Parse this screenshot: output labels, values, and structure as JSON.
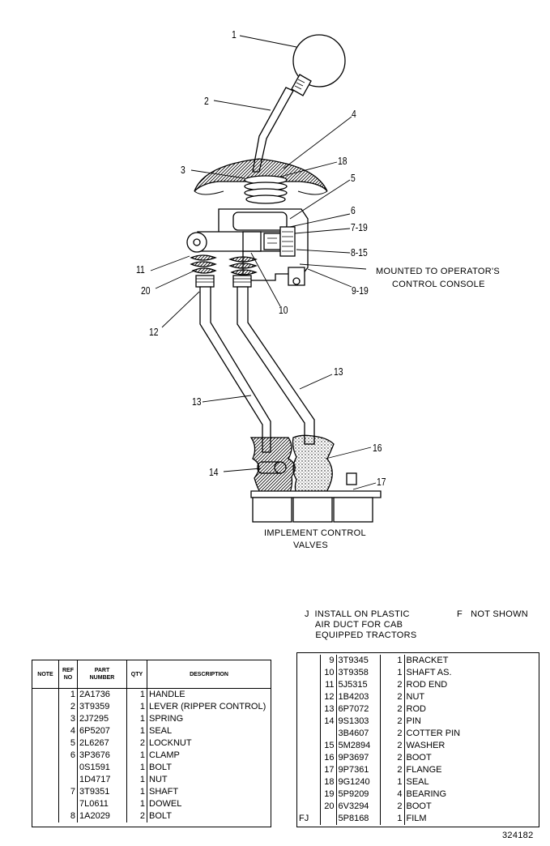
{
  "callouts": [
    {
      "id": "c1",
      "text": "1"
    },
    {
      "id": "c2",
      "text": "2"
    },
    {
      "id": "c3",
      "text": "3"
    },
    {
      "id": "c4",
      "text": "4"
    },
    {
      "id": "c18",
      "text": "18"
    },
    {
      "id": "c5",
      "text": "5"
    },
    {
      "id": "c6",
      "text": "6"
    },
    {
      "id": "c7",
      "text": "7-19"
    },
    {
      "id": "c8",
      "text": "8-15"
    },
    {
      "id": "c9",
      "text": "9-19"
    },
    {
      "id": "c10",
      "text": "10"
    },
    {
      "id": "c11",
      "text": "11"
    },
    {
      "id": "c20",
      "text": "20"
    },
    {
      "id": "c12",
      "text": "12"
    },
    {
      "id": "c13a",
      "text": "13"
    },
    {
      "id": "c13b",
      "text": "13"
    },
    {
      "id": "c14",
      "text": "14"
    },
    {
      "id": "c16",
      "text": "16"
    },
    {
      "id": "c17",
      "text": "17"
    }
  ],
  "labels": {
    "mounted_line1": "MOUNTED TO OPERATOR'S",
    "mounted_line2": "CONTROL CONSOLE",
    "implement_line1": "IMPLEMENT CONTROL",
    "implement_line2": "VALVES"
  },
  "notes": {
    "j_note": "J  INSTALL ON PLASTIC\n    AIR DUCT FOR CAB\n    EQUIPPED TRACTORS",
    "f_note": "F   NOT SHOWN"
  },
  "table_headers": {
    "note": "NOTE",
    "ref": "REF\nNO",
    "part": "PART\nNUMBER",
    "qty": "QTY",
    "desc": "DESCRIPTION"
  },
  "left_rows": [
    {
      "note": "",
      "ref": "1",
      "part": "2A1736",
      "qty": "1",
      "desc": "HANDLE"
    },
    {
      "note": "",
      "ref": "2",
      "part": "3T9359",
      "qty": "1",
      "desc": "LEVER (RIPPER CONTROL)"
    },
    {
      "note": "",
      "ref": "3",
      "part": "2J7295",
      "qty": "1",
      "desc": "SPRING"
    },
    {
      "note": "",
      "ref": "4",
      "part": "6P5207",
      "qty": "1",
      "desc": "SEAL"
    },
    {
      "note": "",
      "ref": "5",
      "part": "2L6267",
      "qty": "2",
      "desc": "LOCKNUT"
    },
    {
      "note": "",
      "ref": "6",
      "part": "3P3676",
      "qty": "1",
      "desc": "CLAMP"
    },
    {
      "note": "",
      "ref": "",
      "part": "0S1591",
      "qty": "1",
      "desc": "BOLT"
    },
    {
      "note": "",
      "ref": "",
      "part": "1D4717",
      "qty": "1",
      "desc": "NUT"
    },
    {
      "note": "",
      "ref": "7",
      "part": "3T9351",
      "qty": "1",
      "desc": "SHAFT"
    },
    {
      "note": "",
      "ref": "",
      "part": "7L0611",
      "qty": "1",
      "desc": "DOWEL"
    },
    {
      "note": "",
      "ref": "8",
      "part": "1A2029",
      "qty": "2",
      "desc": "BOLT"
    }
  ],
  "right_rows": [
    {
      "note": "",
      "ref": "9",
      "part": "3T9345",
      "qty": "1",
      "desc": "BRACKET"
    },
    {
      "note": "",
      "ref": "10",
      "part": "3T9358",
      "qty": "1",
      "desc": "SHAFT AS."
    },
    {
      "note": "",
      "ref": "11",
      "part": "5J5315",
      "qty": "2",
      "desc": "ROD  END"
    },
    {
      "note": "",
      "ref": "12",
      "part": "1B4203",
      "qty": "2",
      "desc": "NUT"
    },
    {
      "note": "",
      "ref": "13",
      "part": "6P7072",
      "qty": "2",
      "desc": "ROD"
    },
    {
      "note": "",
      "ref": "14",
      "part": "9S1303",
      "qty": "2",
      "desc": "PIN"
    },
    {
      "note": "",
      "ref": "",
      "part": "3B4607",
      "qty": "2",
      "desc": "COTTER  PIN"
    },
    {
      "note": "",
      "ref": "15",
      "part": "5M2894",
      "qty": "2",
      "desc": "WASHER"
    },
    {
      "note": "",
      "ref": "16",
      "part": "9P3697",
      "qty": "2",
      "desc": "BOOT"
    },
    {
      "note": "",
      "ref": "17",
      "part": "9P7361",
      "qty": "2",
      "desc": "FLANGE"
    },
    {
      "note": "",
      "ref": "18",
      "part": "9G1240",
      "qty": "1",
      "desc": "SEAL"
    },
    {
      "note": "",
      "ref": "19",
      "part": "5P9209",
      "qty": "4",
      "desc": "BEARING"
    },
    {
      "note": "",
      "ref": "20",
      "part": "6V3294",
      "qty": "2",
      "desc": "BOOT"
    },
    {
      "note": "FJ",
      "ref": "",
      "part": "5P8168",
      "qty": "1",
      "desc": "FILM"
    }
  ],
  "illustration_number": "324182"
}
